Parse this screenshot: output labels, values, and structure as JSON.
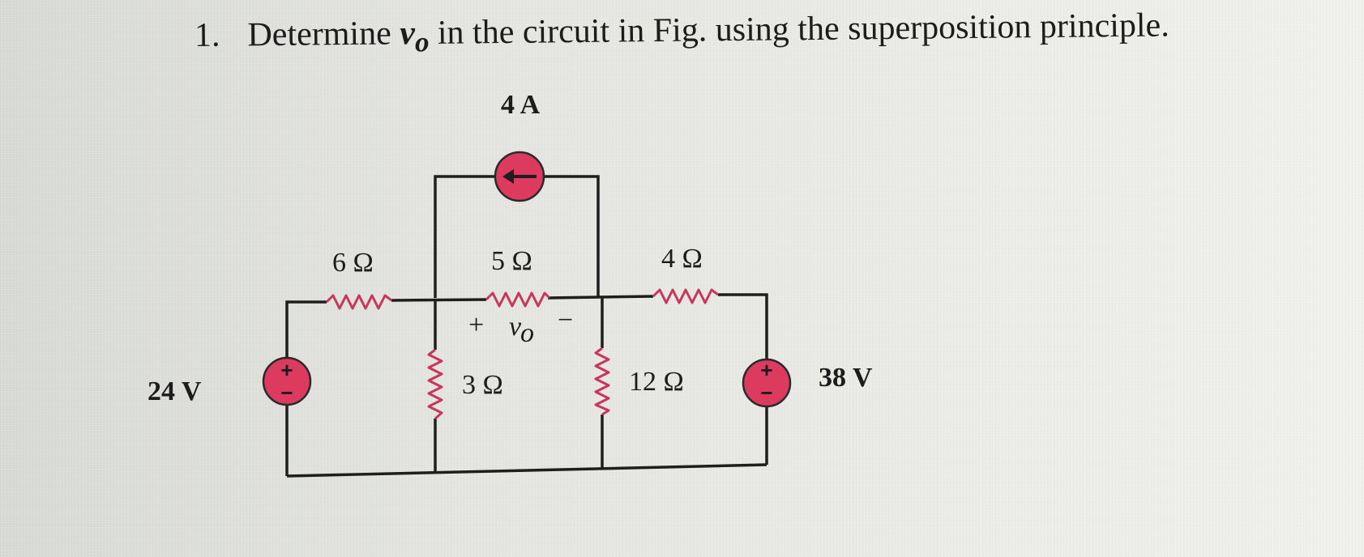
{
  "problem": {
    "number": "1.",
    "text_before": "Determine ",
    "variable": "v",
    "variable_sub": "o",
    "text_after": " in the circuit in Fig. using the superposition principle."
  },
  "circuit": {
    "current_source": {
      "label": "4 A"
    },
    "resistors": {
      "r6": "6 Ω",
      "r5": "5 Ω",
      "r4": "4 Ω",
      "r3": "3 Ω",
      "r12": "12 Ω"
    },
    "voltage_sources": {
      "left": "24 V",
      "right": "38 V"
    },
    "vo_marker": {
      "plus": "+",
      "symbol": "v",
      "sub": "o",
      "minus": "−"
    },
    "source_plus": "+",
    "source_minus": "−",
    "colors": {
      "resistor": "#c8365a",
      "source_fill": "#dc3a5e",
      "wire": "#1e1e1e"
    }
  }
}
